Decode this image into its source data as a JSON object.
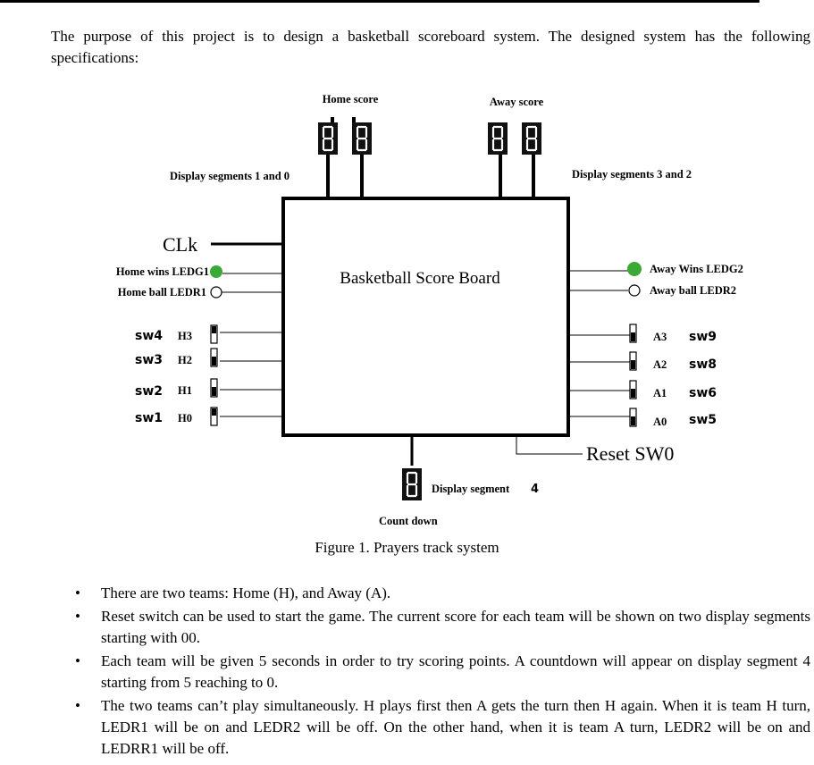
{
  "intro": "The purpose of this project is to design a basketball scoreboard system. The designed system has the following specifications:",
  "figure": {
    "home_score": "Home score",
    "away_score": "Away score",
    "display_10": "Display segments 1 and 0",
    "display_32": "Display segments 3 and 2",
    "clk": "CLk",
    "board": "Basketball Score  Board",
    "home_wins": "Home wins LEDG1",
    "home_ball": "Home ball LEDR1",
    "away_wins": "Away Wins LEDG2",
    "away_ball": "Away ball LEDR2",
    "home_switches": [
      {
        "sw": "sw4",
        "bit": "H3"
      },
      {
        "sw": "sw3",
        "bit": "H2"
      },
      {
        "sw": "sw2",
        "bit": "H1"
      },
      {
        "sw": "sw1",
        "bit": "H0"
      }
    ],
    "away_switches": [
      {
        "sw": "sw9",
        "bit": "A3"
      },
      {
        "sw": "sw8",
        "bit": "A2"
      },
      {
        "sw": "sw6",
        "bit": "A1"
      },
      {
        "sw": "sw5",
        "bit": "A0"
      }
    ],
    "reset": "Reset SW0",
    "display_4": "Display segment",
    "display_4_num": "4",
    "countdown": "Count down",
    "led_on_color": "#3aa935"
  },
  "caption": "Figure 1. Prayers track system",
  "bullets": [
    "There are two teams: Home (H), and Away (A).",
    "Reset switch can be used to start the game. The current score for each team will be shown on two display segments starting with 00.",
    "Each team will be given 5 seconds in order to try scoring points. A countdown will appear on display segment 4 starting from 5 reaching to 0.",
    "The two teams can’t play simultaneously. H plays first then A gets the turn then H again. When it is team H turn, LEDR1 will be on and LEDR2 will be off. On the other hand, when it is team A turn, LEDR2 will be on and LEDRR1 will be off."
  ]
}
